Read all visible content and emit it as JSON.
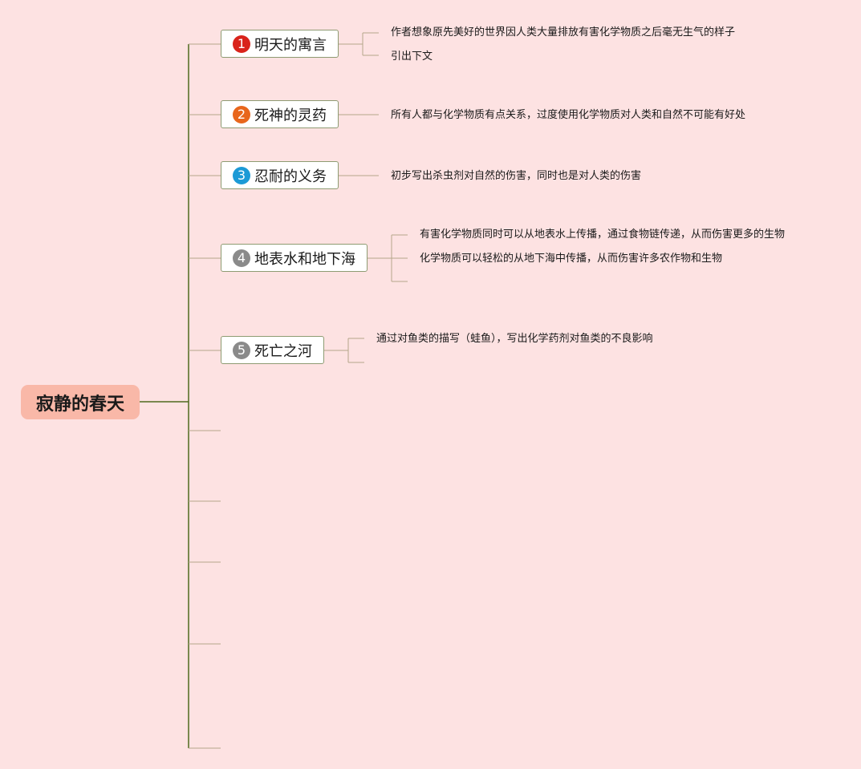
{
  "root": {
    "label": "寂静的春天"
  },
  "topics": [
    {
      "number": "1",
      "label": "明天的寓言",
      "badge_color": "#d9231b",
      "details": [
        "作者想象原先美好的世界因人类大量排放有害化学物质之后毫无生气的样子",
        "引出下文"
      ]
    },
    {
      "number": "2",
      "label": "死神的灵药",
      "badge_color": "#e8661c",
      "details": [
        "所有人都与化学物质有点关系，过度使用化学物质对人类和自然不可能有好处"
      ]
    },
    {
      "number": "3",
      "label": "忍耐的义务",
      "badge_color": "#1c9ad6",
      "details": [
        "初步写出杀虫剂对自然的伤害，同时也是对人类的伤害"
      ]
    },
    {
      "number": "4",
      "label": "地表水和地下海",
      "badge_color": "#8a8a8a",
      "details": [
        "有害化学物质同时可以从地表水上传播，通过食物链传递，从而伤害更多的生物",
        "化学物质可以轻松的从地下海中传播，从而伤害许多农作物和生物"
      ]
    },
    {
      "number": "5",
      "label": "死亡之河",
      "badge_color": "#8a8a8a",
      "details": [
        "通过对鱼类的描写（蛙鱼），写出化学药剂对鱼类的不良影响"
      ]
    }
  ],
  "colors": {
    "background": "#fde2e2",
    "root_fill": "#f9b8a8",
    "trunk_line": "#4f6b1e",
    "branch_line": "#b5a68a",
    "topic_border": "#8e9b72"
  }
}
